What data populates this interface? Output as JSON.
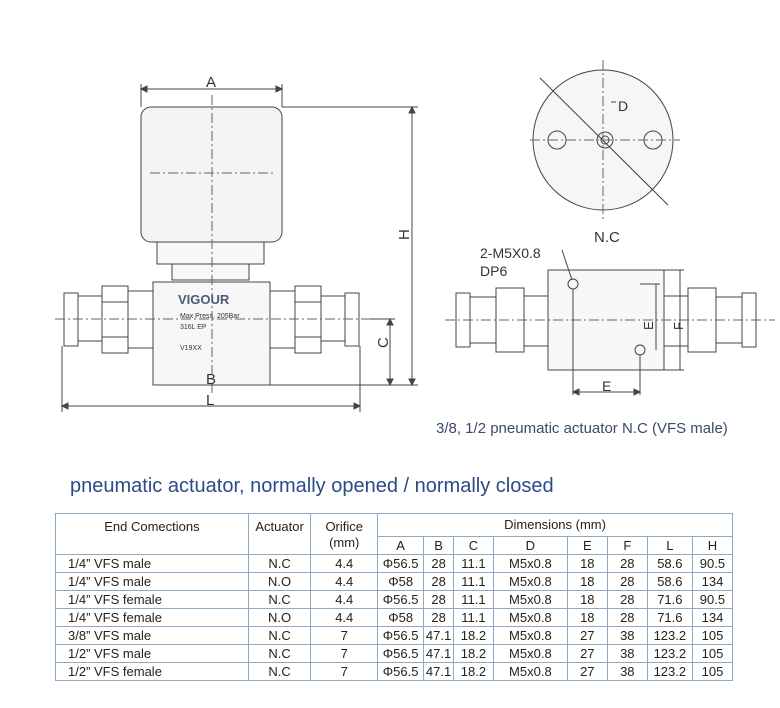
{
  "drawing": {
    "brand": "VIGOUR",
    "max_press": "Max Press. 205Bar",
    "material": "316L  EP",
    "model": "V19XX",
    "dim_labels": {
      "A": "A",
      "B": "B",
      "C": "C",
      "H": "H",
      "L": "L",
      "D": "D",
      "E": "E",
      "F": "F"
    },
    "nc_label": "N.C",
    "thread_label_1": "2-M5X0.8",
    "thread_label_2": "DP6"
  },
  "caption": "3/8, 1/2 pneumatic actuator N.C (VFS male)",
  "section_title": "pneumatic actuator, normally opened / normally closed",
  "table": {
    "col_end": "End Comections",
    "col_actuator": "Actuator",
    "col_orifice": "Orifice (mm)",
    "col_dimensions": "Dimensions (mm)",
    "dim_cols": [
      "A",
      "B",
      "C",
      "D",
      "E",
      "F",
      "L",
      "H"
    ],
    "rows": [
      {
        "end": "1/4”  VFS male",
        "act": "N.C",
        "orifice": "4.4",
        "A": "Φ56.5",
        "B": "28",
        "C": "11.1",
        "D": "M5x0.8",
        "E": "18",
        "F": "28",
        "L": "58.6",
        "H": "90.5"
      },
      {
        "end": "1/4”  VFS male",
        "act": "N.O",
        "orifice": "4.4",
        "A": "Φ58",
        "B": "28",
        "C": "11.1",
        "D": "M5x0.8",
        "E": "18",
        "F": "28",
        "L": "58.6",
        "H": "134"
      },
      {
        "end": "1/4”  VFS female",
        "act": "N.C",
        "orifice": "4.4",
        "A": "Φ56.5",
        "B": "28",
        "C": "11.1",
        "D": "M5x0.8",
        "E": "18",
        "F": "28",
        "L": "71.6",
        "H": "90.5"
      },
      {
        "end": "1/4”  VFS female",
        "act": "N.O",
        "orifice": "4.4",
        "A": "Φ58",
        "B": "28",
        "C": "11.1",
        "D": "M5x0.8",
        "E": "18",
        "F": "28",
        "L": "71.6",
        "H": "134"
      },
      {
        "end": "3/8”  VFS male",
        "act": "N.C",
        "orifice": "7",
        "A": "Φ56.5",
        "B": "47.1",
        "C": "18.2",
        "D": "M5x0.8",
        "E": "27",
        "F": "38",
        "L": "123.2",
        "H": "105"
      },
      {
        "end": "1/2”  VFS male",
        "act": "N.C",
        "orifice": "7",
        "A": "Φ56.5",
        "B": "47.1",
        "C": "18.2",
        "D": "M5x0.8",
        "E": "27",
        "F": "38",
        "L": "123.2",
        "H": "105"
      },
      {
        "end": "1/2”  VFS female",
        "act": "N.C",
        "orifice": "7",
        "A": "Φ56.5",
        "B": "47.1",
        "C": "18.2",
        "D": "M5x0.8",
        "E": "27",
        "F": "38",
        "L": "123.2",
        "H": "105"
      }
    ]
  }
}
